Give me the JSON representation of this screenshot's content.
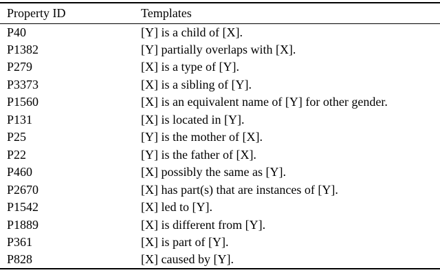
{
  "table": {
    "columns": {
      "property_id": "Property ID",
      "templates": "Templates"
    },
    "rows": [
      {
        "id": "P40",
        "template": "[Y] is a child of [X]."
      },
      {
        "id": "P1382",
        "template": "[Y] partially overlaps with [X]."
      },
      {
        "id": "P279",
        "template": "[X] is a type of [Y]."
      },
      {
        "id": "P3373",
        "template": "[X] is a sibling of [Y]."
      },
      {
        "id": "P1560",
        "template": "[X] is an equivalent name of [Y] for other gender."
      },
      {
        "id": "P131",
        "template": "[X] is located in [Y]."
      },
      {
        "id": "P25",
        "template": "[Y] is the mother of [X]."
      },
      {
        "id": "P22",
        "template": "[Y] is the father of [X]."
      },
      {
        "id": "P460",
        "template": "[X] possibly the same as [Y]."
      },
      {
        "id": "P2670",
        "template": "[X] has part(s) that are instances of [Y]."
      },
      {
        "id": "P1542",
        "template": "[X] led to [Y]."
      },
      {
        "id": "P1889",
        "template": "[X] is different from [Y]."
      },
      {
        "id": "P361",
        "template": "[X] is part of [Y]."
      },
      {
        "id": "P828",
        "template": "[X] caused by [Y]."
      }
    ],
    "colors": {
      "text": "#000000",
      "rule": "#000000",
      "background": "#ffffff"
    }
  }
}
